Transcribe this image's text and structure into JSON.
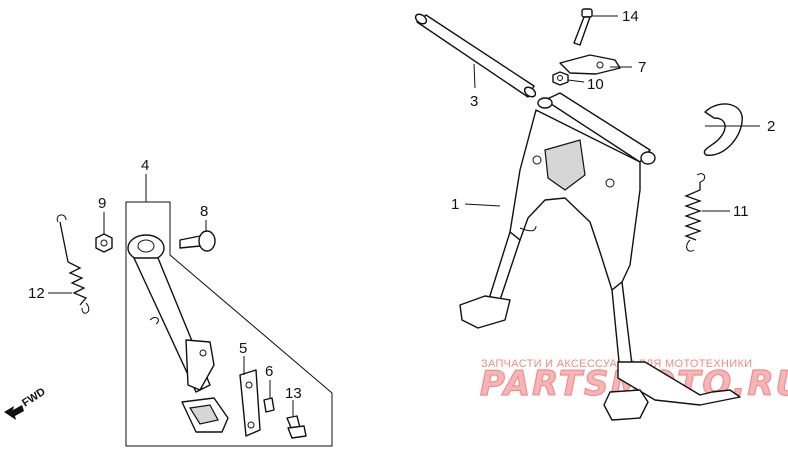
{
  "callouts": {
    "c1": "1",
    "c2": "2",
    "c3": "3",
    "c4": "4",
    "c5": "5",
    "c6": "6",
    "c7": "7",
    "c8": "8",
    "c9": "9",
    "c10": "10",
    "c11": "11",
    "c12": "12",
    "c13": "13",
    "c14": "14"
  },
  "fwd_label": "FWD",
  "watermark": {
    "tagline": "ЗАПЧАСТИ И АКСЕССУАРЫ ДЛЯ МОТОТЕХНИКИ",
    "site": "PARTSMOTO.RU"
  },
  "colors": {
    "ink": "#111111",
    "watermark": "#ef8e8e"
  }
}
